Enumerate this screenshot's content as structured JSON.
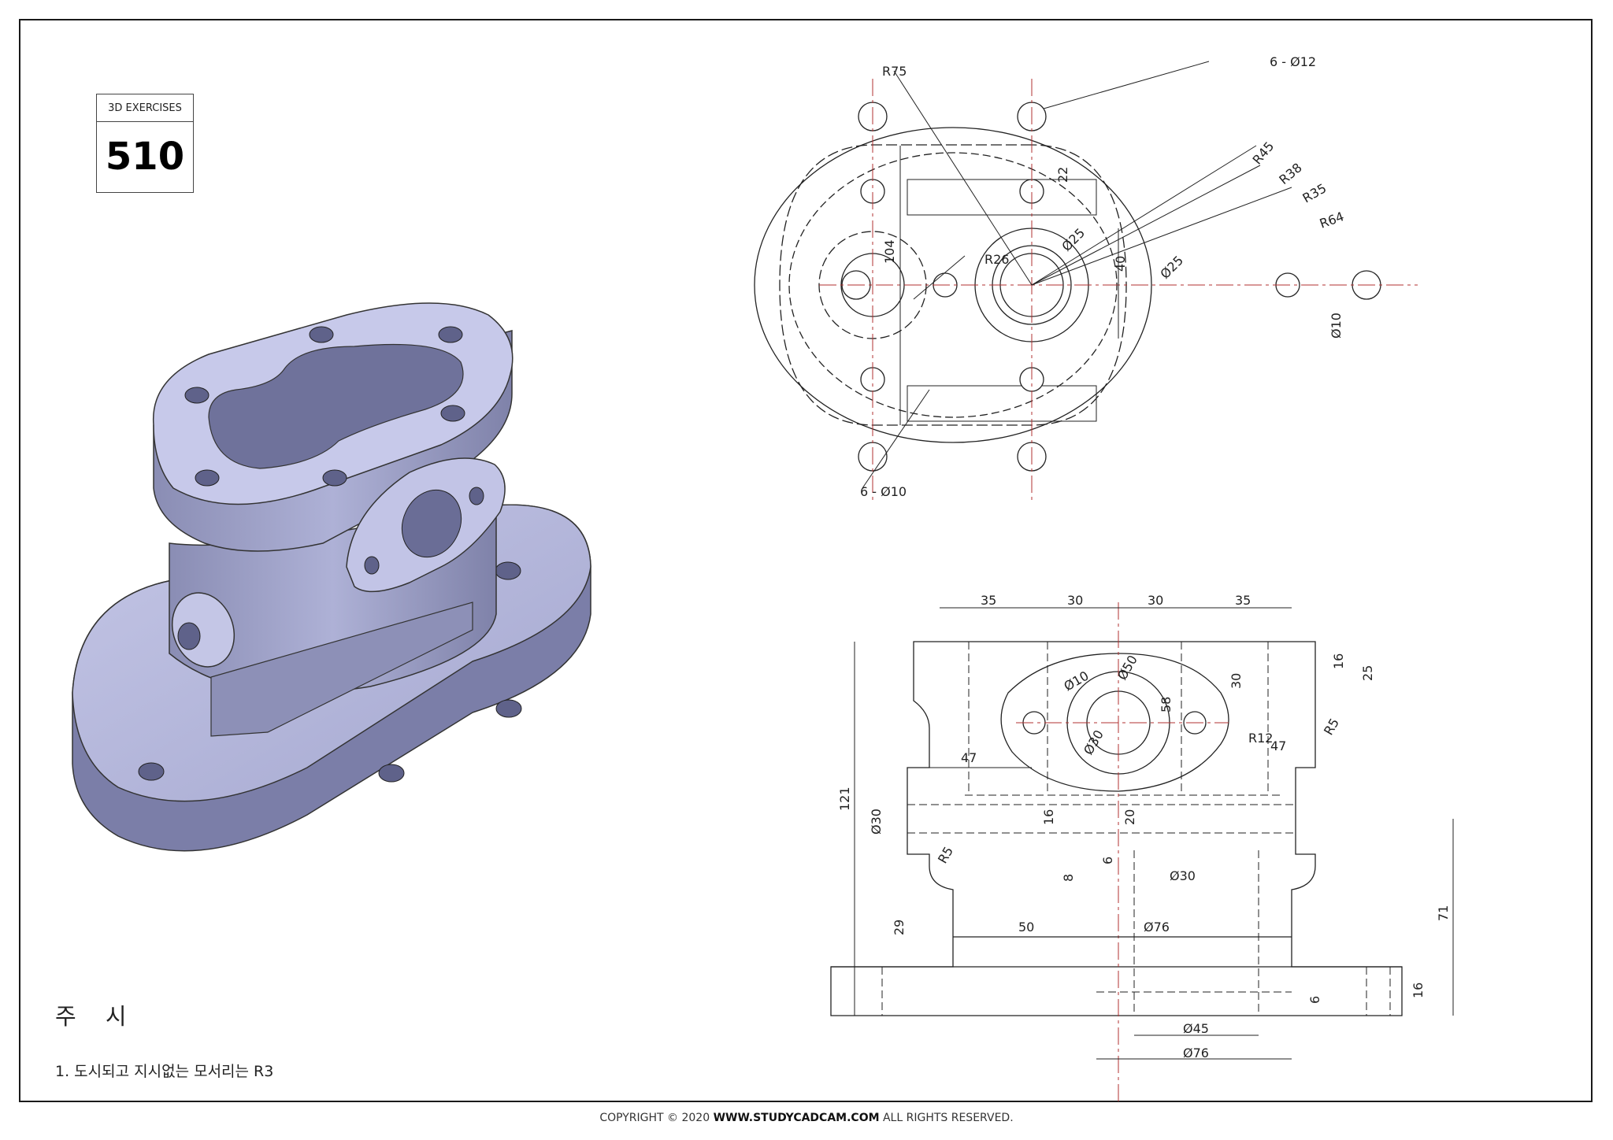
{
  "badge": {
    "label": "3D EXERCISES",
    "number": "510"
  },
  "notes": {
    "heading": "주 시",
    "item_1": "1. 도시되고 지시없는 모서리는 R3"
  },
  "copyright": {
    "prefix": "COPYRIGHT © 2020 ",
    "site": "WWW.STUDYCADCAM.COM",
    "suffix": " ALL RIGHTS RESERVED."
  },
  "top_view": {
    "dims": [
      "R75",
      "6 - Ø12",
      "R45",
      "R38",
      "R35",
      "R64",
      "22",
      "104",
      "40",
      "R26",
      "Ø25",
      "Ø25",
      "Ø10",
      "6 - Ø10"
    ]
  },
  "front_view": {
    "dims": [
      "35",
      "30",
      "30",
      "35",
      "16",
      "25",
      "30",
      "Ø10",
      "Ø50",
      "58",
      "Ø30",
      "R12",
      "47",
      "R5",
      "47",
      "121",
      "Ø30",
      "16",
      "20",
      "R5",
      "6",
      "8",
      "Ø30",
      "71",
      "29",
      "50",
      "Ø76",
      "6",
      "16",
      "Ø45",
      "Ø76"
    ]
  },
  "colors": {
    "frame": "#1a1a1a",
    "model_fill": "#b9bcdc",
    "model_shade": "#8e91b8",
    "centerline": "#b03030"
  }
}
